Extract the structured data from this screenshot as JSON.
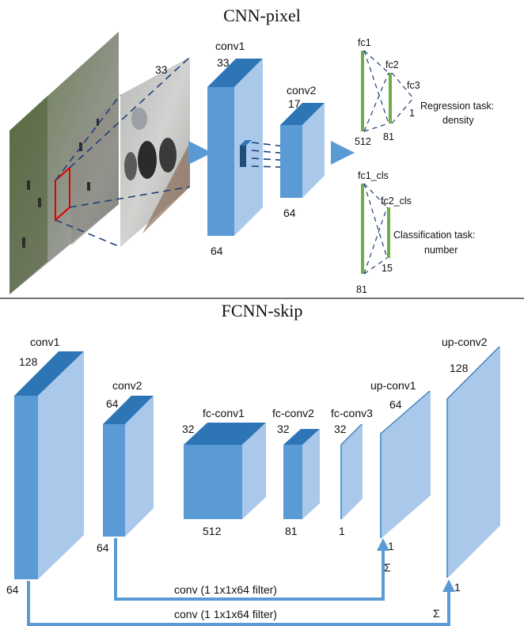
{
  "top": {
    "title": "CNN-pixel",
    "patch_size": "33",
    "conv1": {
      "name": "conv1",
      "size": "33",
      "depth": "64"
    },
    "conv2": {
      "name": "conv2",
      "size": "17",
      "depth": "64"
    },
    "regression": {
      "fc1": "fc1",
      "fc2": "fc2",
      "fc3": "fc3",
      "n_fc1": "512",
      "n_fc2": "81",
      "n_fc3": "1",
      "task_line1": "Regression task:",
      "task_line2": "density"
    },
    "classification": {
      "fc1": "fc1_cls",
      "fc2": "fc2_cls",
      "n_fc1": "81",
      "n_fc2": "15",
      "task_line1": "Classification task:",
      "task_line2": "number"
    }
  },
  "bottom": {
    "title": "FCNN-skip",
    "conv1": {
      "name": "conv1",
      "size": "128",
      "depth": "64"
    },
    "conv2": {
      "name": "conv2",
      "size": "64",
      "depth": "64"
    },
    "fc_conv1": {
      "name": "fc-conv1",
      "size": "32",
      "depth": "512"
    },
    "fc_conv2": {
      "name": "fc-conv2",
      "size": "32",
      "depth": "81"
    },
    "fc_conv3": {
      "name": "fc-conv3",
      "size": "32",
      "depth": "1"
    },
    "up_conv1": {
      "name": "up-conv1",
      "size": "64",
      "depth": "1"
    },
    "up_conv2": {
      "name": "up-conv2",
      "size": "128",
      "depth": "1"
    },
    "skip1_label": "conv (1 1x1x64 filter)",
    "skip2_label": "conv (1 1x1x64 filter)",
    "sum_symbol": "Σ"
  },
  "colors": {
    "front": "#5b9bd5",
    "top_face": "#2e75b6",
    "side": "#a9c8ea",
    "fc_green": "#70ad47",
    "arrow": "#5b9bd5",
    "dashed": "#1f3f7a",
    "patch_box": "#e00000"
  }
}
